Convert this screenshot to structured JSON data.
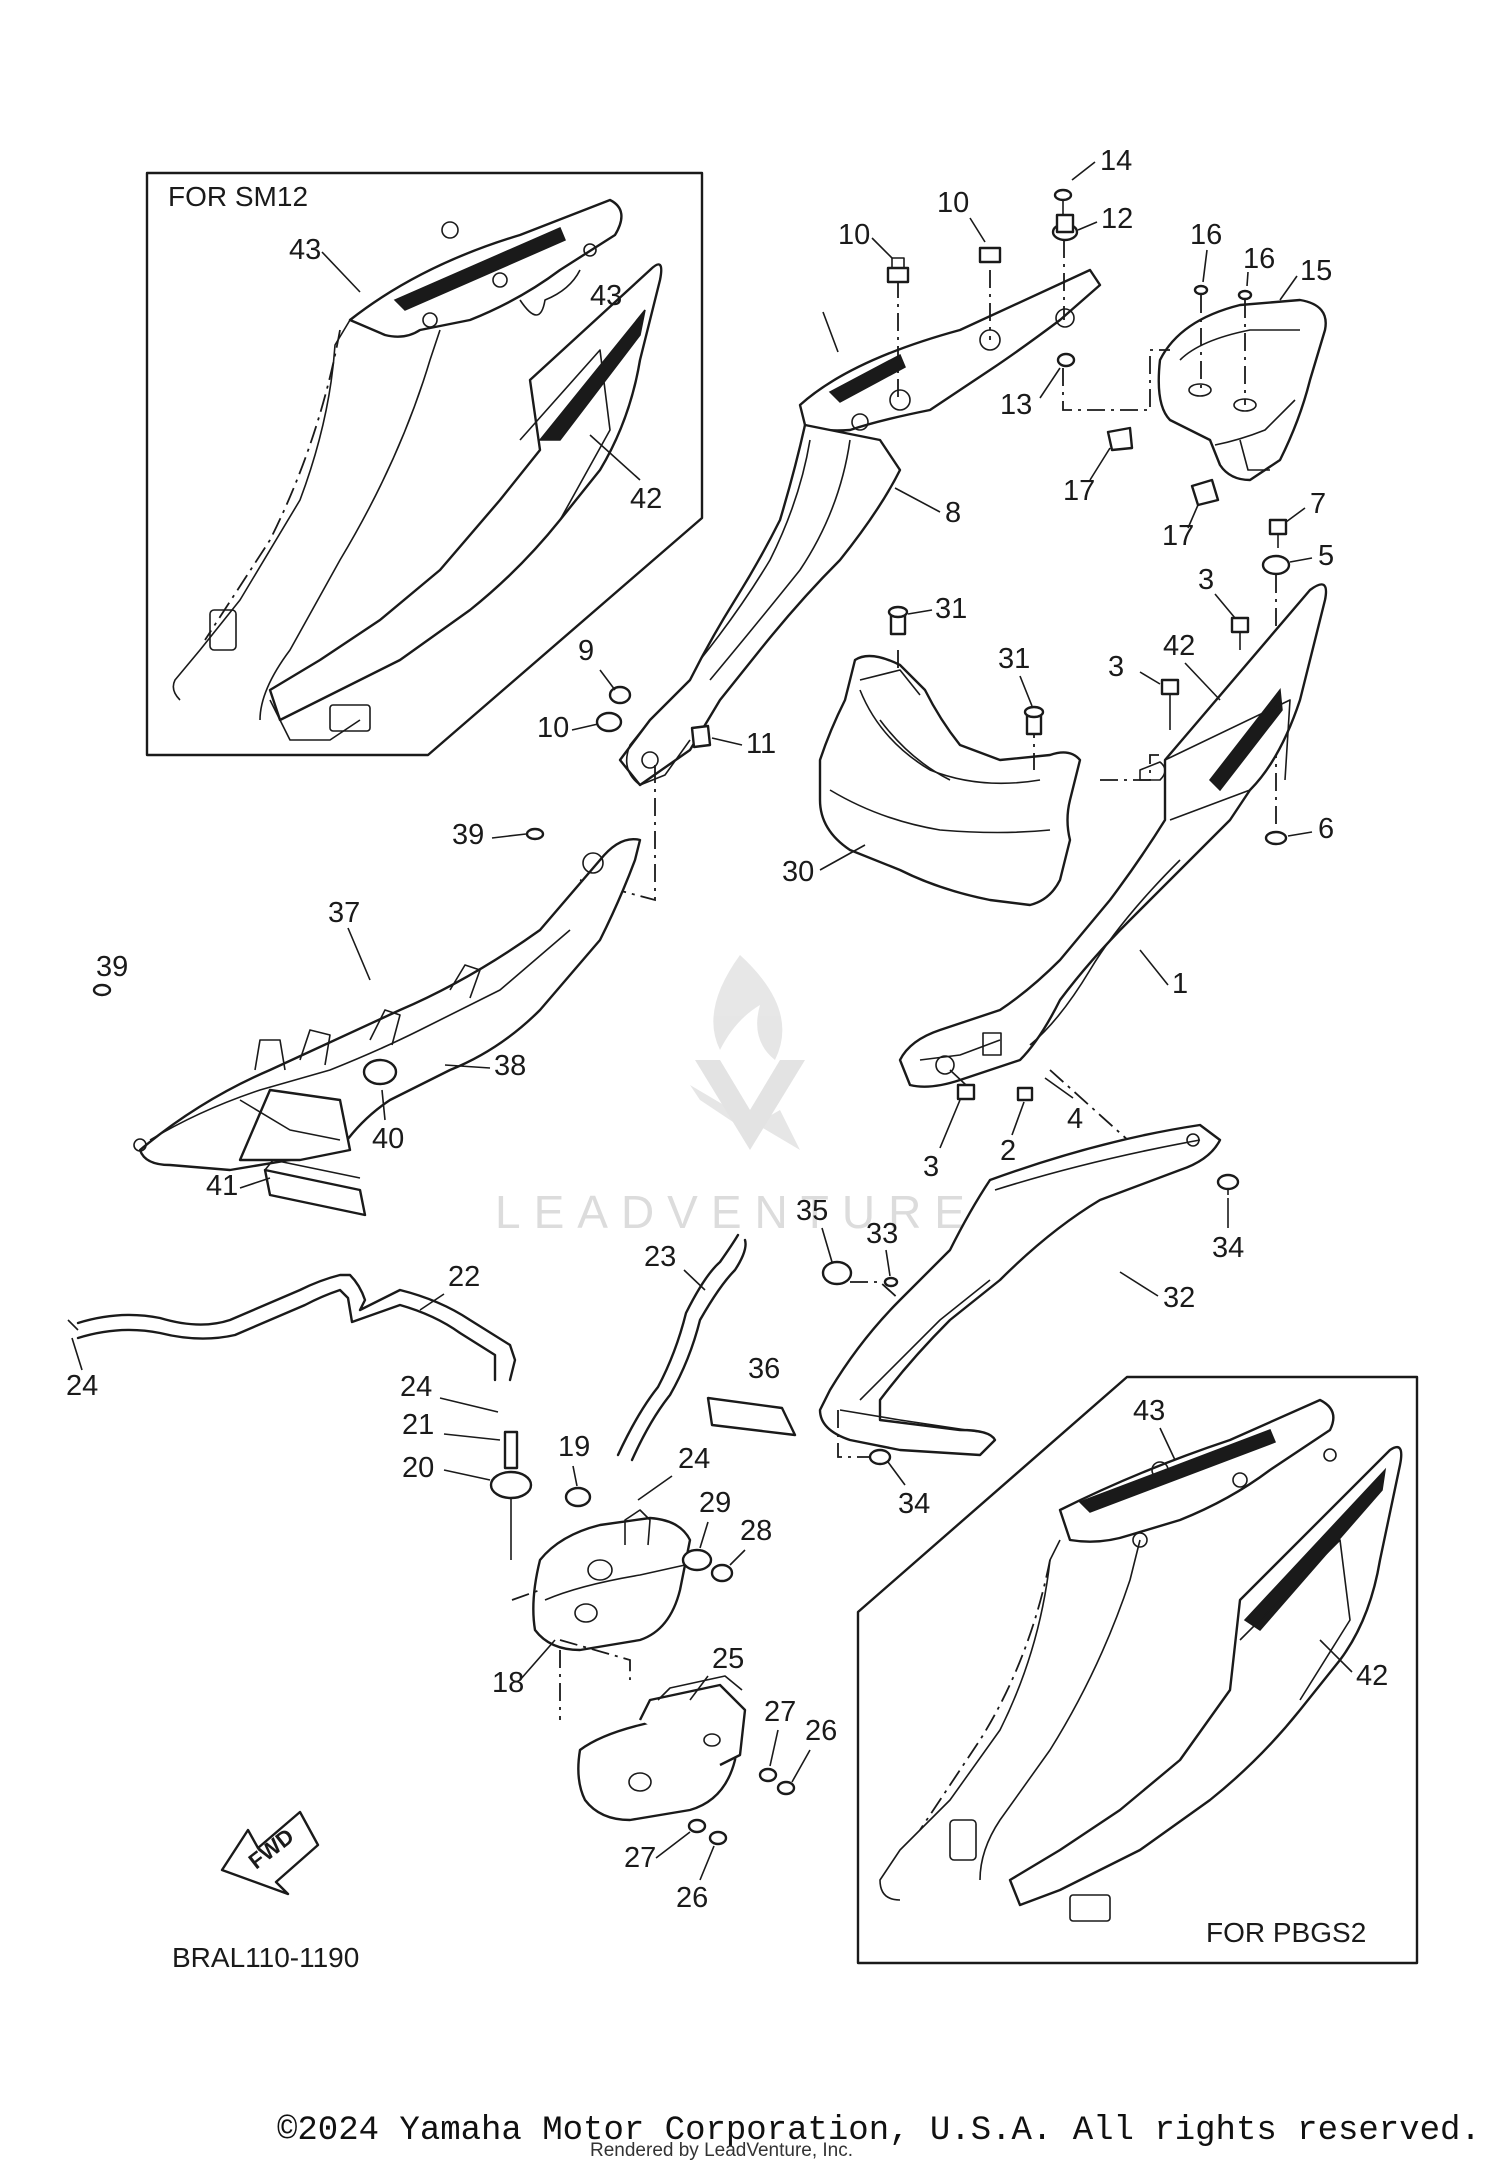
{
  "watermark": "LEADVENTURE",
  "insets": {
    "top_left_label": "FOR SM12",
    "bottom_right_label": "FOR PBGS2"
  },
  "fwd_label": "FWD",
  "diagram_code": "BRAL110-1190",
  "copyright": "©2024 Yamaha Motor Corporation, U.S.A. All rights reserved.",
  "rendered_by": "Rendered by LeadVenture, Inc.",
  "callouts": {
    "c1": "1",
    "c2": "2",
    "c3a": "3",
    "c3b": "3",
    "c3c": "3",
    "c4": "4",
    "c5": "5",
    "c6": "6",
    "c7": "7",
    "c8": "8",
    "c9": "9",
    "c10a": "10",
    "c10b": "10",
    "c10c": "10",
    "c11": "11",
    "c12": "12",
    "c13": "13",
    "c14": "14",
    "c15": "15",
    "c16a": "16",
    "c16b": "16",
    "c17a": "17",
    "c17b": "17",
    "c18": "18",
    "c19": "19",
    "c20": "20",
    "c21": "21",
    "c22": "22",
    "c23": "23",
    "c24a": "24",
    "c24b": "24",
    "c24c": "24",
    "c25": "25",
    "c26a": "26",
    "c26b": "26",
    "c27a": "27",
    "c27b": "27",
    "c28": "28",
    "c29": "29",
    "c30": "30",
    "c31a": "31",
    "c31b": "31",
    "c32": "32",
    "c33": "33",
    "c34a": "34",
    "c34b": "34",
    "c35": "35",
    "c36": "36",
    "c37": "37",
    "c38": "38",
    "c39a": "39",
    "c39b": "39",
    "c40": "40",
    "c41": "41",
    "c42a": "42",
    "c42b": "42",
    "c42c": "42",
    "c43a": "43",
    "c43b": "43",
    "c43c": "43"
  }
}
